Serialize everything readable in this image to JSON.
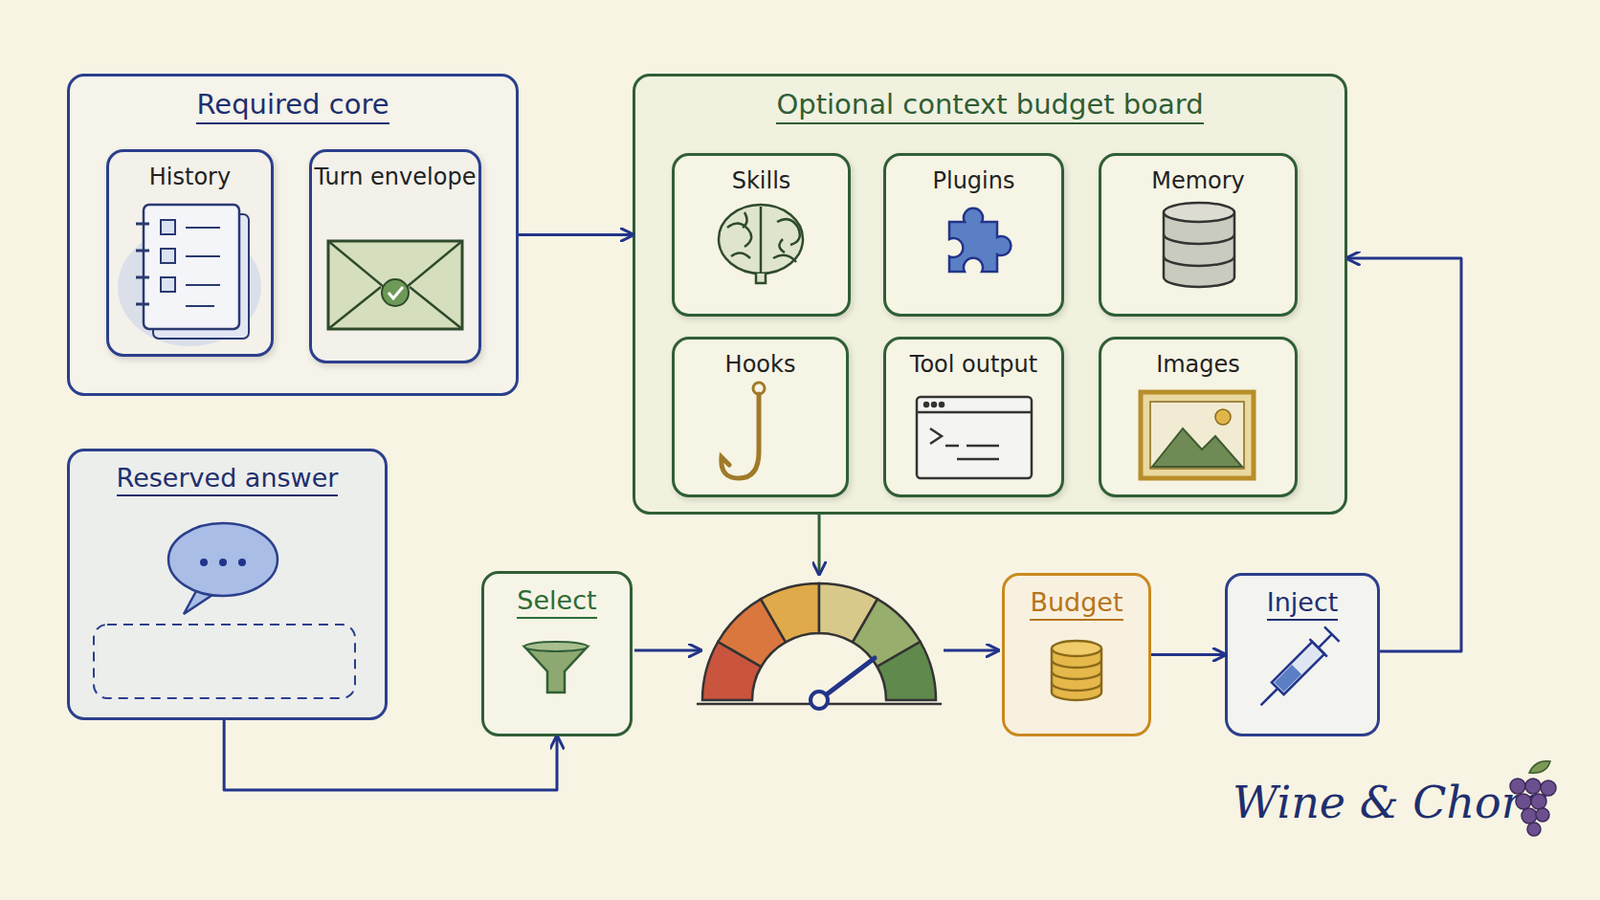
{
  "diagram": {
    "nodes": [
      {
        "text": [
          "Required core"
        ]
      },
      {
        "text": [
          "History"
        ],
        "in": 0
      },
      {
        "text": [
          "Turn envelope"
        ],
        "in": 0
      },
      {
        "text": [
          "Optional context budget board"
        ]
      },
      {
        "text": [
          "Skills"
        ],
        "in": 3
      },
      {
        "text": [
          "Plugins"
        ],
        "in": 3
      },
      {
        "text": [
          "Memory"
        ],
        "in": 3
      },
      {
        "text": [
          "Hooks"
        ],
        "in": 3
      },
      {
        "text": [
          "Tool output"
        ],
        "in": 3
      },
      {
        "text": [
          "Images"
        ],
        "in": 3
      },
      {
        "text": [
          "Reserved answer"
        ]
      },
      {
        "text": [
          "Select"
        ]
      },
      {
        "text": [
          "Budget"
        ]
      },
      {
        "text": [
          "Inject"
        ]
      }
    ],
    "edges": [
      {
        "from": 0,
        "to": 3,
        "arrow": "to"
      },
      {
        "from": 10,
        "to": 11,
        "arrow": "to"
      },
      {
        "from": 12,
        "to": 13,
        "arrow": "to"
      },
      {
        "from": 13,
        "to": 3,
        "arrow": "to"
      }
    ],
    "labels": [
      "Wine & Chord"
    ]
  }
}
